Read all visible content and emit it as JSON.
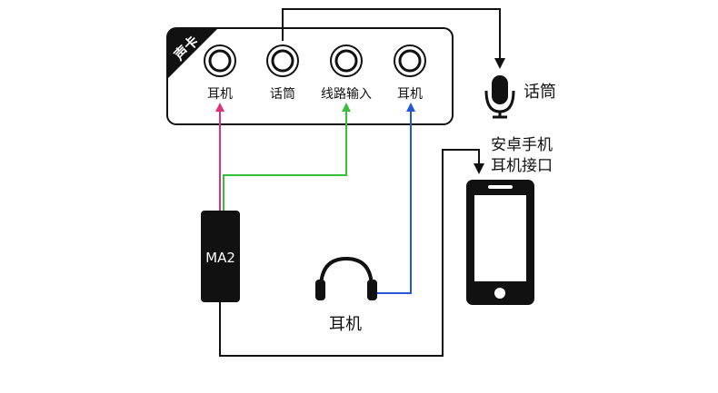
{
  "sound_card": {
    "badge": "声卡",
    "ports": [
      {
        "label": "耳机"
      },
      {
        "label": "话筒"
      },
      {
        "label": "线路输入"
      },
      {
        "label": "耳机"
      }
    ]
  },
  "microphone": {
    "label": "话筒"
  },
  "phone": {
    "label_line1": "安卓手机",
    "label_line2": "耳机接口"
  },
  "adapter": {
    "label": "MA2"
  },
  "headphones": {
    "label": "耳机"
  },
  "colors": {
    "pink": "#e0307a",
    "green": "#36c03a",
    "blue": "#2456d6",
    "black": "#111111"
  }
}
